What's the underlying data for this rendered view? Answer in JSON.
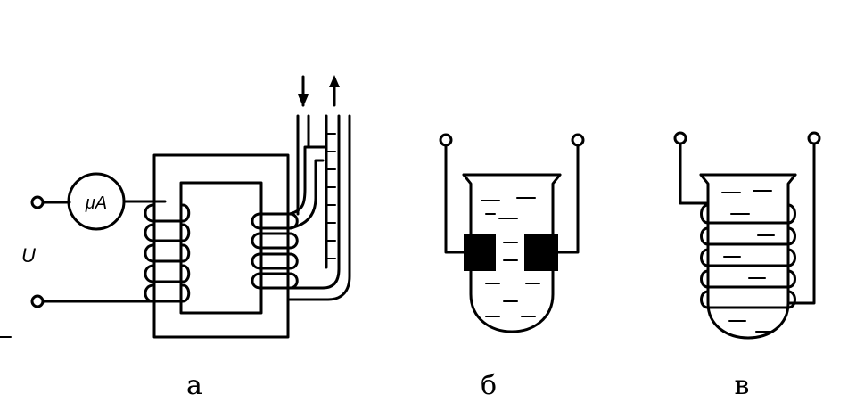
{
  "diagram": {
    "meter_label": "μA",
    "voltage_label": "U",
    "captions": [
      "а",
      "б",
      "в"
    ]
  }
}
